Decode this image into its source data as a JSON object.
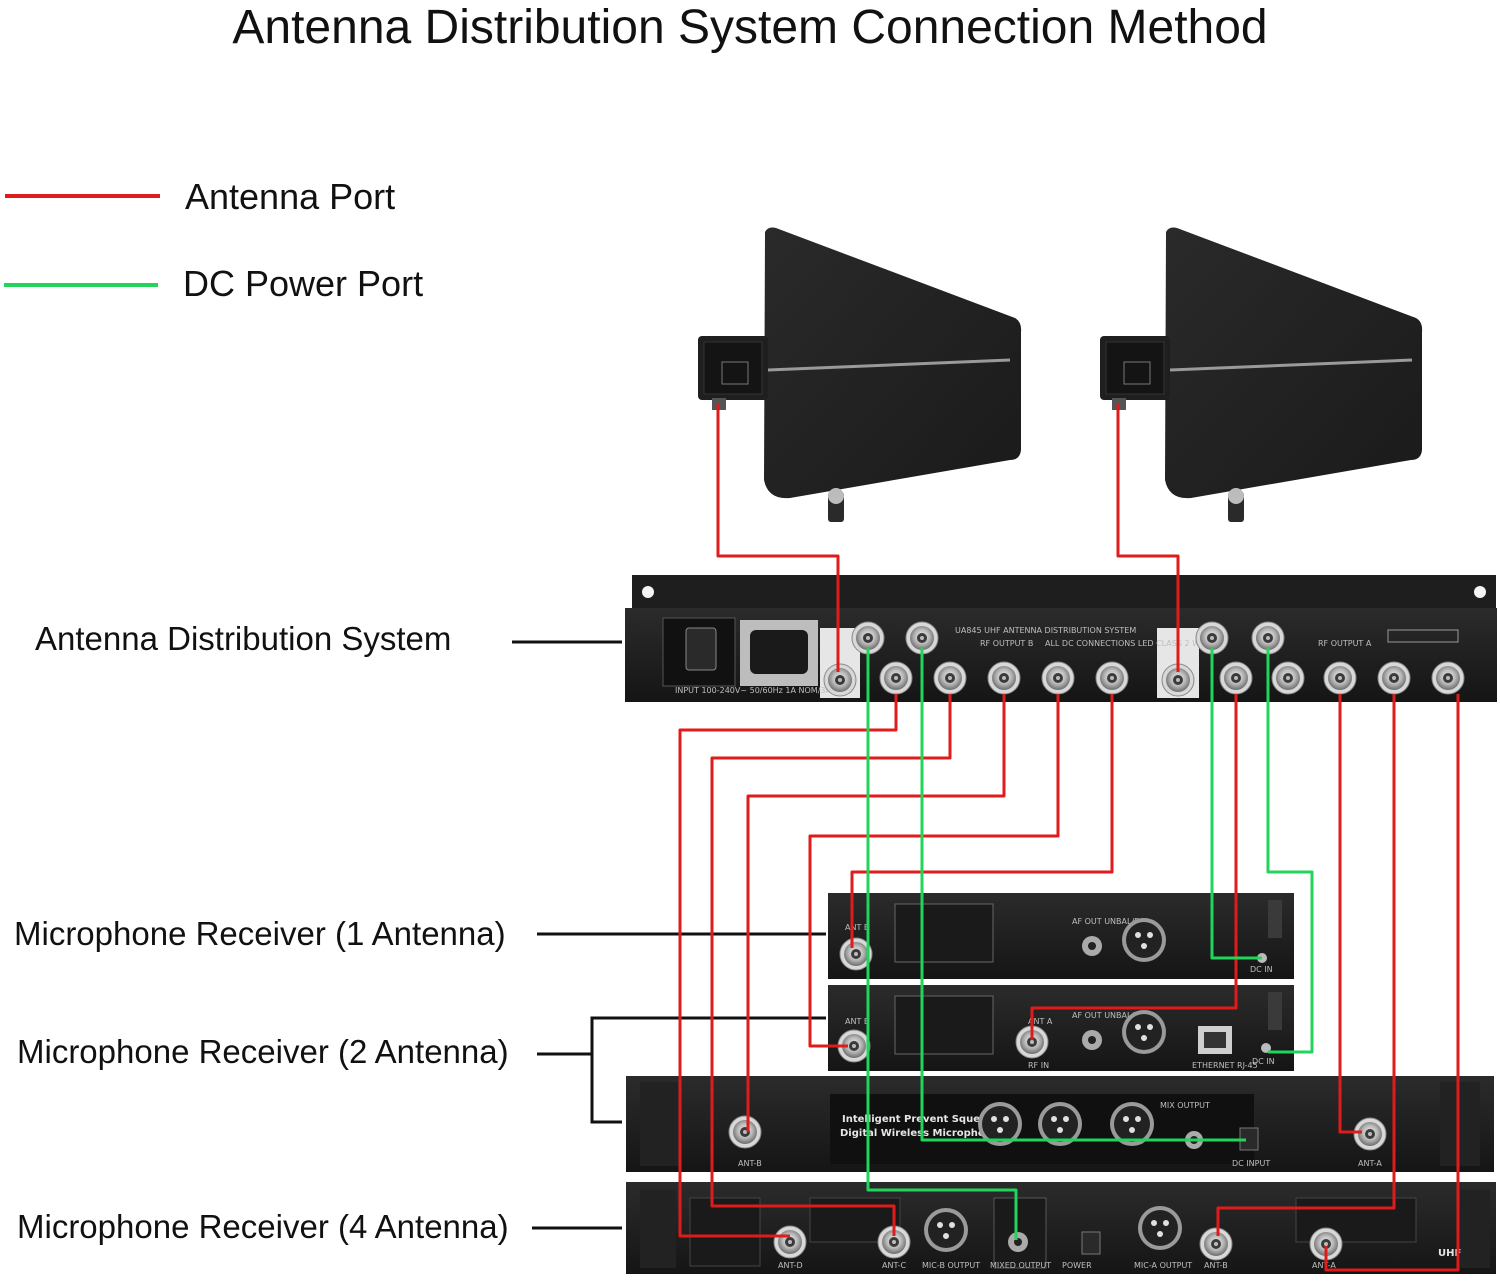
{
  "title": "Antenna Distribution System Connection Method",
  "legend": [
    {
      "label": "Antenna Port",
      "color": "#e01b1b"
    },
    {
      "label": "DC Power Port",
      "color": "#22d45a"
    }
  ],
  "labels": {
    "distribution": "Antenna Distribution System",
    "receiver_1": "Microphone Receiver (1 Antenna)",
    "receiver_2": "Microphone Receiver (2 Antenna)",
    "receiver_4": "Microphone Receiver (4 Antenna)"
  },
  "device_text": {
    "distribution_model": "UA845 UHF ANTENNA DISTRIBUTION SYSTEM",
    "rf_output_b": "RF OUTPUT B",
    "rf_output_a": "RF OUTPUT A",
    "dc_note": "ALL DC CONNECTIONS LED CLASS 2 WIRING",
    "input_power": "INPUT 100-240V~ 50/60Hz 1A NOM/3A MAX",
    "r1_ant": "ANT B",
    "r1_af_out": "AF OUT UNBAL/BAL",
    "r1_dc_in": "DC IN",
    "r2_ant_b": "ANT B",
    "r2_ant_a": "ANT A",
    "r2_rf_in": "RF IN",
    "r2_af_out": "AF OUT UNBAL/BAL",
    "r2_ethernet": "ETHERNET RJ-45",
    "r2_dc_in": "DC IN",
    "d_brand_1": "Intelligent Prevent Squeak",
    "d_brand_2": "Digital Wireless Microphone",
    "d_ant_b": "ANT-B",
    "d_ant_a": "ANT-A",
    "d_dc_input": "DC INPUT",
    "d_mix_output": "MIX OUTPUT",
    "r4_ant_d": "ANT-D",
    "r4_ant_c": "ANT-C",
    "r4_mic_b": "MIC-B OUTPUT",
    "r4_mixed": "MIXED OUTPUT",
    "r4_power": "POWER",
    "r4_mic_a": "MIC-A OUTPUT",
    "r4_ant_b": "ANT-B",
    "r4_ant_a": "ANT-A",
    "r4_uhf": "UHF"
  }
}
